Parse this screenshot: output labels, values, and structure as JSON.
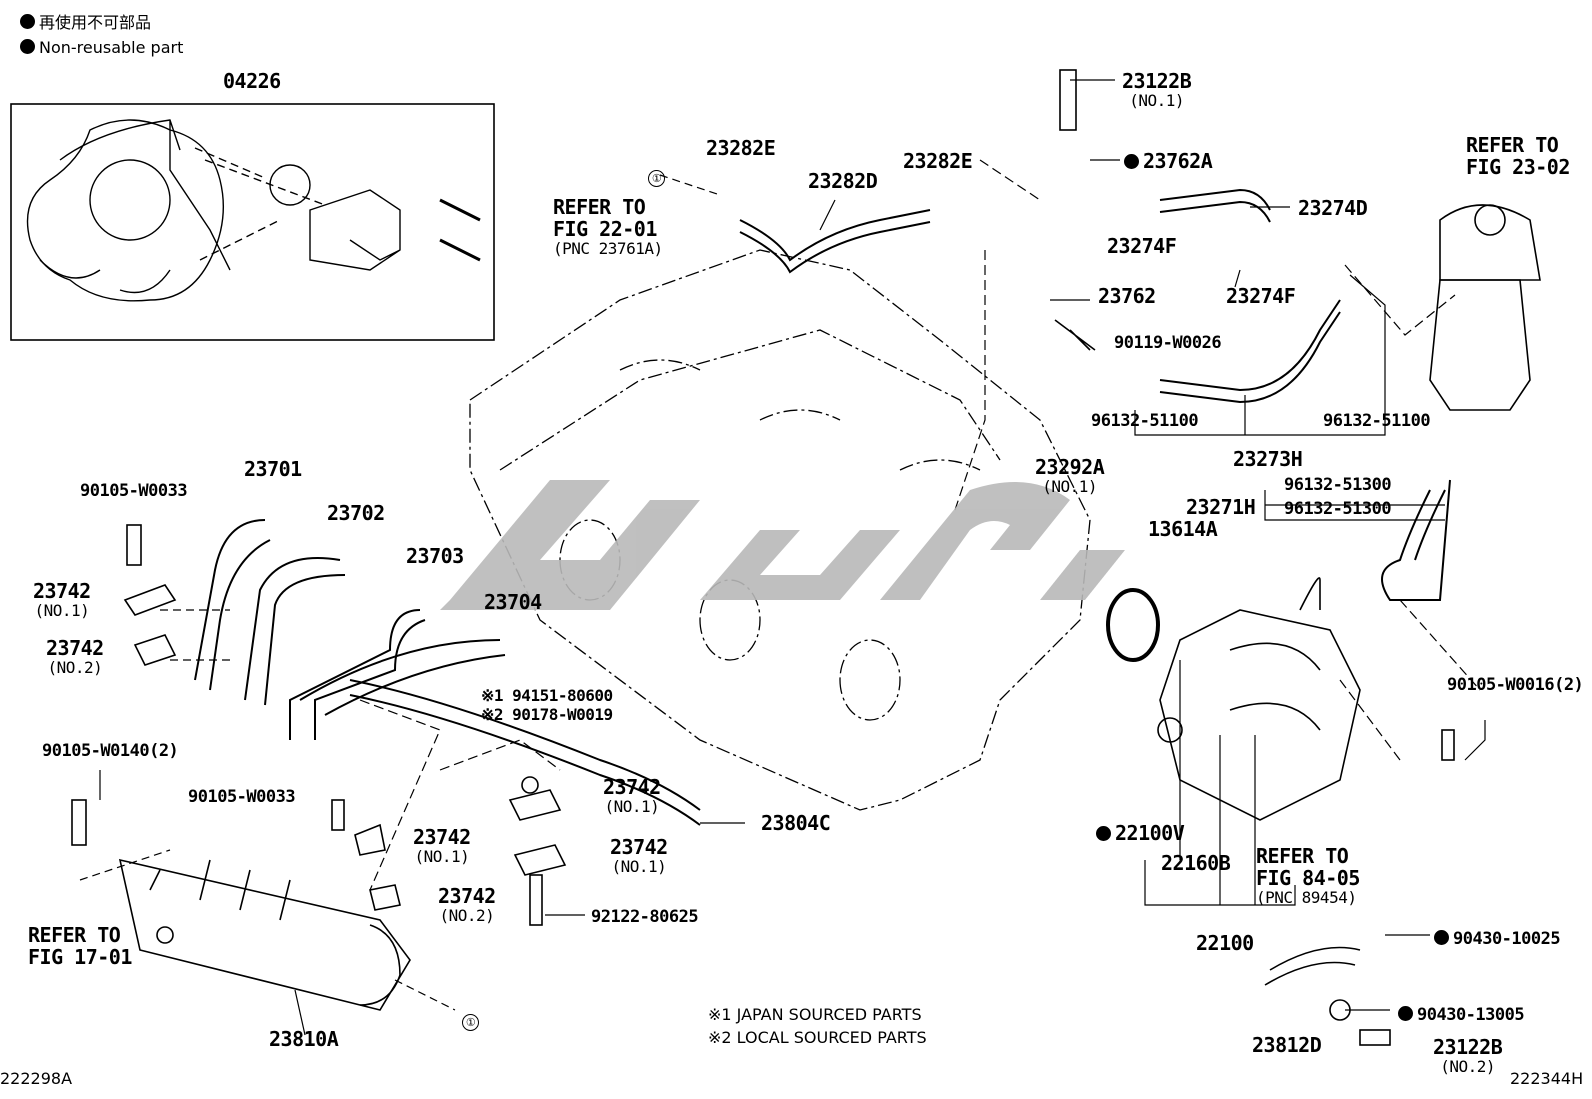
{
  "legend": {
    "jp": "再使用不可部品",
    "en": "Non-reusable part"
  },
  "watermark": "ଋଟ୯ଋ",
  "refs": {
    "r1": {
      "l1": "REFER TO",
      "l2": "FIG 23-02"
    },
    "r2": {
      "l1": "REFER TO",
      "l2": "FIG 22-01",
      "l3": "(PNC 23761A)"
    },
    "r3": {
      "l1": "REFER TO",
      "l2": "FIG 17-01"
    },
    "r4": {
      "l1": "REFER TO",
      "l2": "FIG 84-05",
      "l3": "(PNC 89454)"
    }
  },
  "circle_marker": "①",
  "parts": {
    "p04226": "04226",
    "p23122B_a": "23122B",
    "p23122B_a_sub": "(NO.1)",
    "p23762A": "23762A",
    "p23282E_a": "23282E",
    "p23282D": "23282D",
    "p23282E_b": "23282E",
    "p23274D": "23274D",
    "p23274F_a": "23274F",
    "p23274F_b": "23274F",
    "p23762": "23762",
    "p90119": "90119-W0026",
    "p96132_a": "96132-51100",
    "p96132_b": "96132-51100",
    "p23273H": "23273H",
    "p23292A": "23292A",
    "p23292A_sub": "(NO.1)",
    "p96132_c": "96132-51300",
    "p96132_d": "96132-51300",
    "p23271H": "23271H",
    "p13614A": "13614A",
    "p90105_W0033_a": "90105-W0033",
    "p23701": "23701",
    "p23702": "23702",
    "p23703": "23703",
    "p23704": "23704",
    "p23742_1": "23742",
    "p23742_1_sub": "(NO.1)",
    "p23742_2": "23742",
    "p23742_2_sub": "(NO.2)",
    "p194151": "※1 94151-80600",
    "p290178": "※2 90178-W0019",
    "p90105_W0140": "90105-W0140(2)",
    "p90105_W0033_b": "90105-W0033",
    "p23742_3": "23742",
    "p23742_3_sub": "(NO.1)",
    "p23742_4": "23742",
    "p23742_4_sub": "(NO.1)",
    "p23742_5": "23742",
    "p23742_5_sub": "(NO.1)",
    "p23742_6": "23742",
    "p23742_6_sub": "(NO.2)",
    "p23804C": "23804C",
    "p92122": "92122-80625",
    "p90105_W0016": "90105-W0016(2)",
    "p22100V": "22100V",
    "p22160B": "22160B",
    "p22100": "22100",
    "p90430_10025": "90430-10025",
    "p90430_13005": "90430-13005",
    "p23812D": "23812D",
    "p23122B_b": "23122B",
    "p23122B_b_sub": "(NO.2)",
    "p23810A": "23810A"
  },
  "notes": {
    "n1": "※1 JAPAN SOURCED PARTS",
    "n2": "※2 LOCAL SOURCED PARTS"
  },
  "codes": {
    "left": "222298A",
    "right": "222344H"
  }
}
